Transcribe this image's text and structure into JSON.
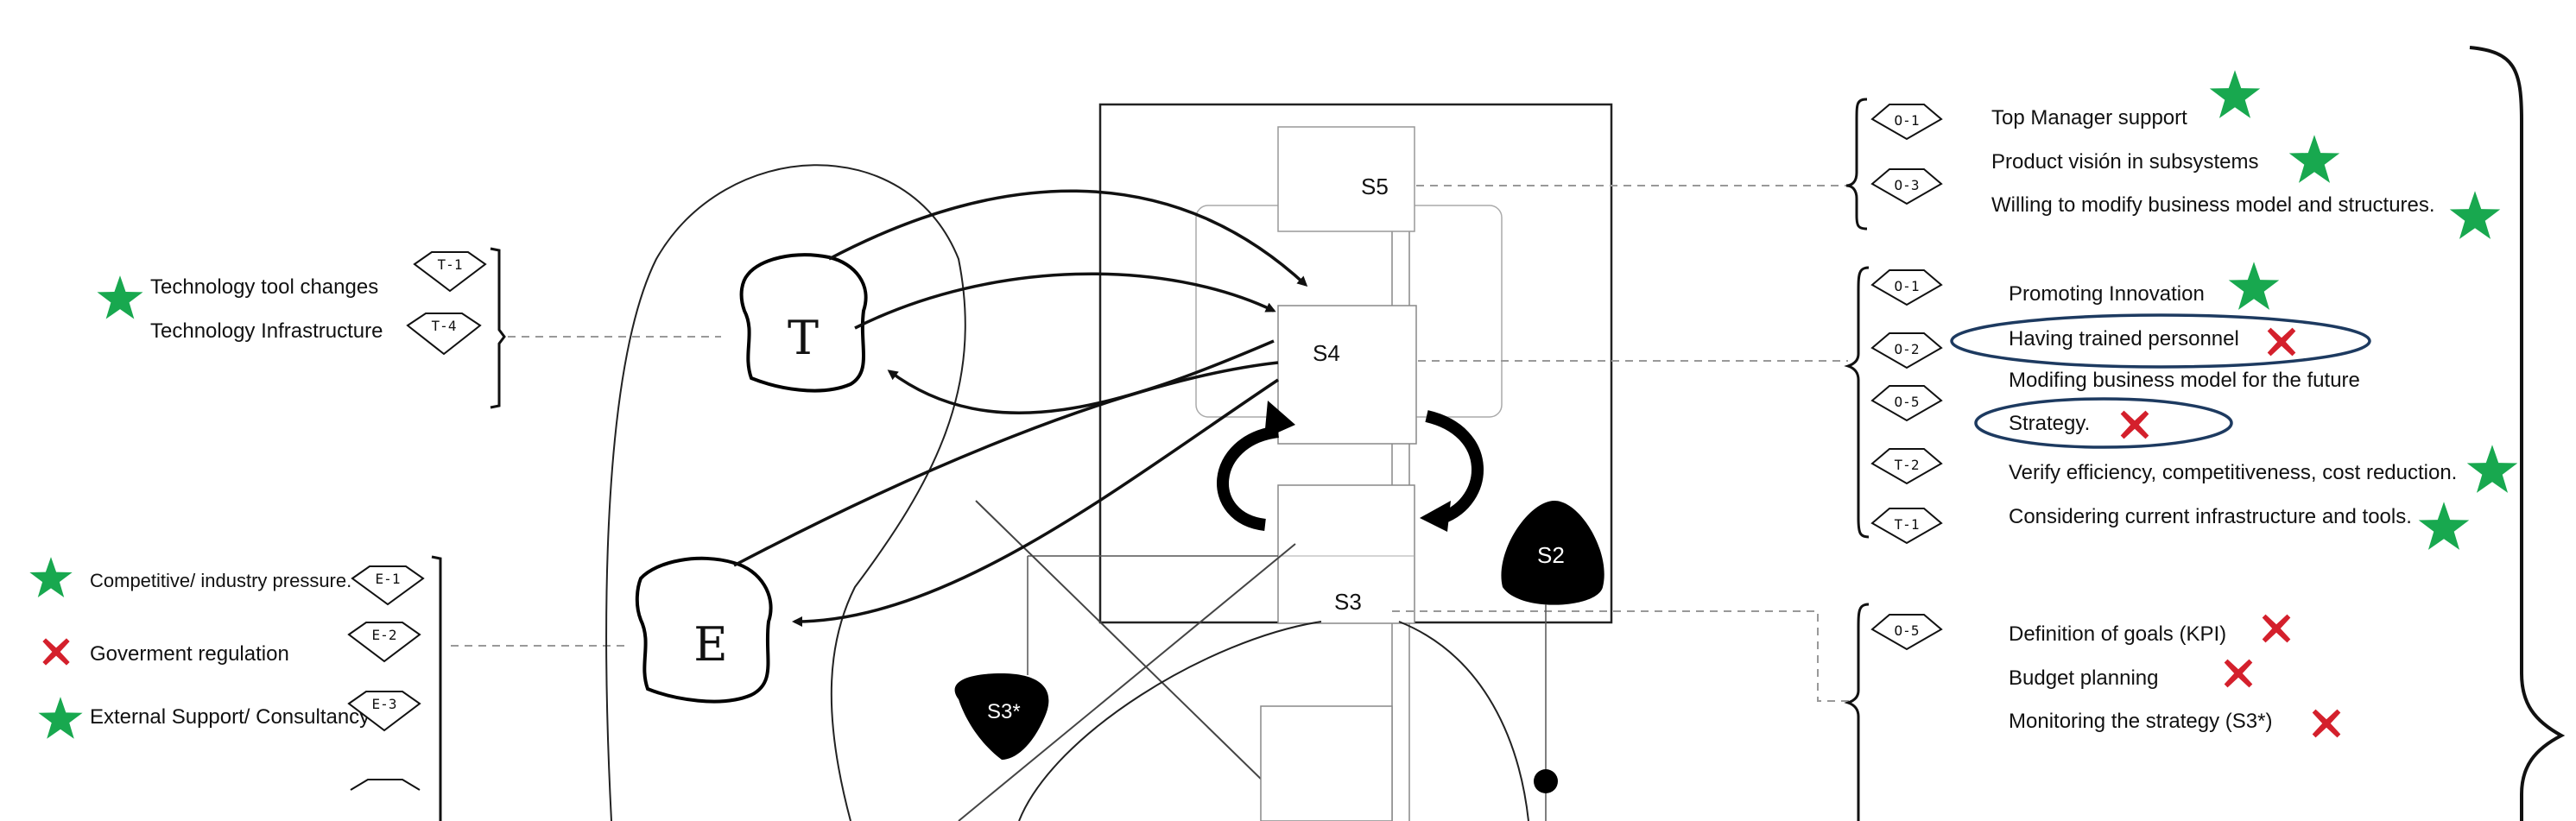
{
  "colors": {
    "star": "#18a84f",
    "cross": "#d4202c",
    "ellipse": "#1d3a60",
    "ink": "#111111",
    "dashed": "#999999"
  },
  "vsm": {
    "s5": "S5",
    "s4": "S4",
    "s3": "S3",
    "s2": "S2",
    "s3star": "S3*",
    "t": "T",
    "e": "E"
  },
  "technology": {
    "items": [
      {
        "label": "Technology tool changes",
        "code": "T-1",
        "mark": "star"
      },
      {
        "label": "Technology Infrastructure",
        "code": "T-4",
        "mark": "none"
      }
    ]
  },
  "environment": {
    "items": [
      {
        "label": "Competitive/ industry pressure.",
        "code": "E-1",
        "mark": "star"
      },
      {
        "label": "Goverment regulation",
        "code": "E-2",
        "mark": "cross"
      },
      {
        "label": "External Support/ Consultancy",
        "code": "E-3",
        "mark": "star"
      }
    ]
  },
  "s5_group": {
    "items": [
      {
        "label": "Top Manager support",
        "code": "O-1",
        "mark": "star"
      },
      {
        "label": "Product visión in subsystems",
        "code": "O-3",
        "mark": "star"
      },
      {
        "label": "Willing to modify business model and structures.",
        "code": "",
        "mark": "star"
      }
    ]
  },
  "s4_group": {
    "items": [
      {
        "label": "Promoting Innovation",
        "code": "O-1",
        "mark": "star"
      },
      {
        "label": "Having trained personnel",
        "code": "O-2",
        "mark": "cross"
      },
      {
        "label": "Modifing business model for the future",
        "code": "O-5",
        "mark": "none"
      },
      {
        "label": "Strategy.",
        "code": "",
        "mark": "cross"
      },
      {
        "label": "Verify efficiency, competitiveness, cost reduction.",
        "code": "T-2",
        "mark": "star"
      },
      {
        "label": "Considering current infrastructure and tools.",
        "code": "T-1",
        "mark": "star"
      }
    ]
  },
  "s3_group": {
    "items": [
      {
        "label": "Definition of goals  (KPI)",
        "code": "O-5",
        "mark": "cross"
      },
      {
        "label": "Budget planning",
        "code": "",
        "mark": "cross"
      },
      {
        "label": "Monitoring the strategy (S3*)",
        "code": "",
        "mark": "cross"
      }
    ]
  }
}
